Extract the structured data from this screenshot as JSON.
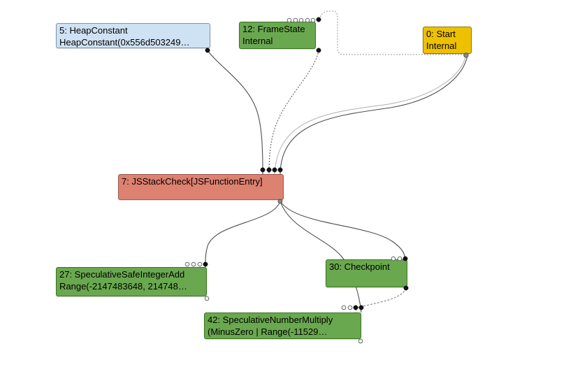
{
  "graph": {
    "palette": {
      "background": "#ffffff",
      "node_green_fill": "#6aa84f",
      "node_green_border": "#38761d",
      "node_blue_fill": "#cfe2f3",
      "node_blue_border": "#7c95ab",
      "node_red_fill": "#dd8170",
      "node_red_border": "#9a5a4c",
      "node_gold_fill": "#eec100",
      "node_gold_border": "#8f7400",
      "edge_solid": "#4d4d4d",
      "edge_light": "#b0b0b0",
      "edge_dotted": "#555555"
    },
    "nodes": {
      "n5": {
        "title": "5: HeapConstant",
        "subtitle": "HeapConstant(0x556d503249…",
        "kind": "constant",
        "top_ports": {
          "hollow": 0,
          "filled": 0
        },
        "bottom_ports": {
          "filled": 1
        }
      },
      "n12": {
        "title": "12: FrameState",
        "subtitle": "Internal",
        "kind": "frame-state",
        "top_ports": {
          "hollow": 5,
          "filled": 1
        },
        "bottom_ports": {
          "filled": 1
        }
      },
      "n0": {
        "title": "0: Start",
        "subtitle": "Internal",
        "kind": "start",
        "top_ports": {
          "hollow": 0,
          "filled": 0
        },
        "bottom_ports": {
          "filled": 1
        }
      },
      "n7": {
        "title": "7: JSStackCheck[JSFunctionEntry]",
        "kind": "javascript",
        "top_ports": {
          "hollow": 0,
          "filled": 4
        },
        "bottom_ports": {
          "filled": 1
        }
      },
      "n27": {
        "title": "27: SpeculativeSafeIntegerAdd",
        "subtitle": "Range(-2147483648, 214748…",
        "kind": "simplified",
        "top_ports": {
          "hollow": 3,
          "filled": 1
        },
        "bottom_ports": {
          "hollow": 1
        }
      },
      "n30": {
        "title": "30: Checkpoint",
        "kind": "simplified",
        "top_ports": {
          "hollow": 2,
          "filled": 1
        },
        "bottom_ports": {
          "filled": 1
        }
      },
      "n42": {
        "title": "42: SpeculativeNumberMultiply",
        "subtitle": "(MinusZero | Range(-11529…",
        "kind": "simplified",
        "top_ports": {
          "hollow": 2,
          "filled": 2
        },
        "bottom_ports": {
          "hollow": 1
        }
      }
    },
    "edges": [
      {
        "from": "5",
        "to": "7",
        "style": "solid"
      },
      {
        "from": "12",
        "to": "7",
        "style": "dotted"
      },
      {
        "from": "0",
        "to": "7",
        "style": "solid-light"
      },
      {
        "from": "0",
        "to": "7",
        "style": "solid"
      },
      {
        "from": "0",
        "to": "12",
        "style": "dotted"
      },
      {
        "from": "7",
        "to": "27",
        "style": "solid"
      },
      {
        "from": "7",
        "to": "30",
        "style": "solid"
      },
      {
        "from": "7",
        "to": "42",
        "style": "solid"
      },
      {
        "from": "30",
        "to": "42",
        "style": "dashed"
      }
    ]
  }
}
